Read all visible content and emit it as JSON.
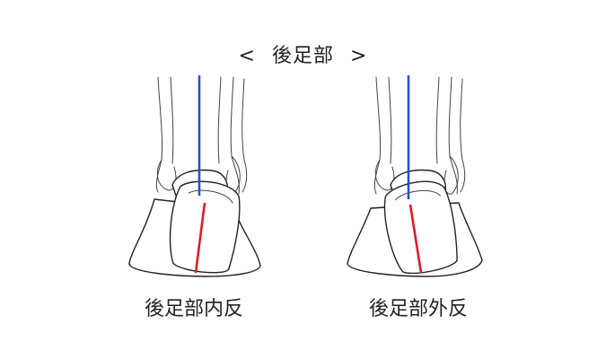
{
  "title": {
    "left_bracket": "<",
    "text": "後足部",
    "right_bracket": ">"
  },
  "figures": [
    {
      "label": "後足部内反",
      "tilt": "varus"
    },
    {
      "label": "後足部外反",
      "tilt": "valgus"
    }
  ],
  "colors": {
    "leg_axis": "#2b4fbf",
    "heel_axis": "#e01b24",
    "outline": "#222222"
  }
}
